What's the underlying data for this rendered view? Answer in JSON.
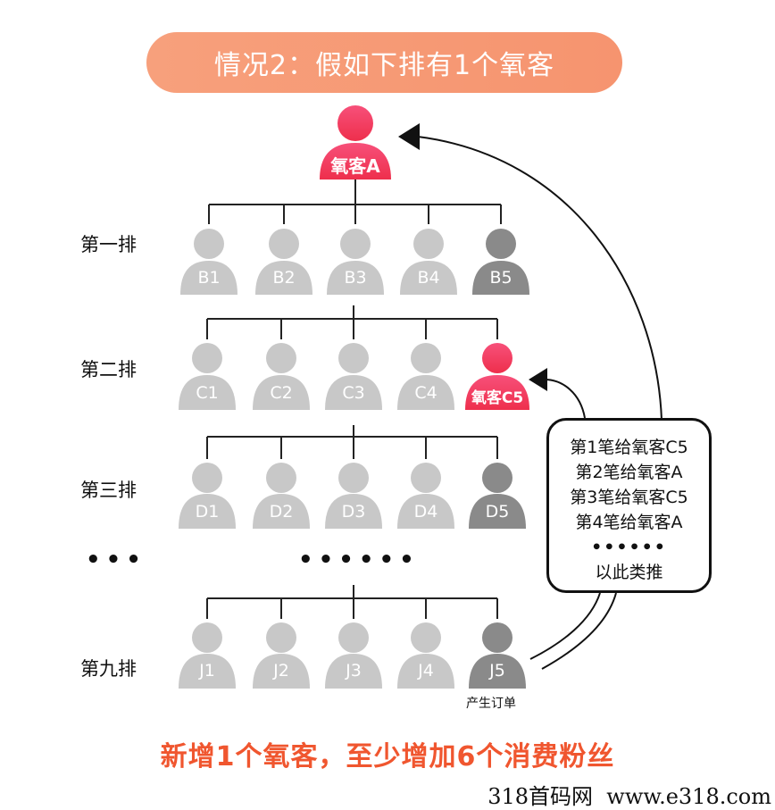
{
  "title": "情况2：假如下排有1个氧客",
  "top_node": "氧客A",
  "rows": [
    {
      "label": "第一排",
      "nodes": [
        "B1",
        "B2",
        "B3",
        "B4",
        "B5"
      ]
    },
    {
      "label": "第二排",
      "nodes": [
        "C1",
        "C2",
        "C3",
        "C4",
        "氧客C5"
      ]
    },
    {
      "label": "第三排",
      "nodes": [
        "D1",
        "D2",
        "D3",
        "D4",
        "D5"
      ]
    },
    {
      "label": "第九排",
      "nodes": [
        "J1",
        "J2",
        "J3",
        "J4",
        "J5"
      ]
    }
  ],
  "ellipsis_left": "•••",
  "ellipsis_middle": "••••••",
  "note": {
    "lines": [
      "第1笔给氧客C5",
      "第2笔给氧客A",
      "第3笔给氧客C5",
      "第4笔给氧客A",
      "••••••",
      "以此类推"
    ]
  },
  "order_label": "产生订单",
  "footer": "新增1个氧客，至少增加6个消费粉丝",
  "watermark": "318首码网  www.e318.com",
  "colors": {
    "accent_red": "#f1365f",
    "grey_node": "#c8c8c8",
    "dark_node": "#8a8a8a",
    "footer_orange": "#f0562f"
  }
}
